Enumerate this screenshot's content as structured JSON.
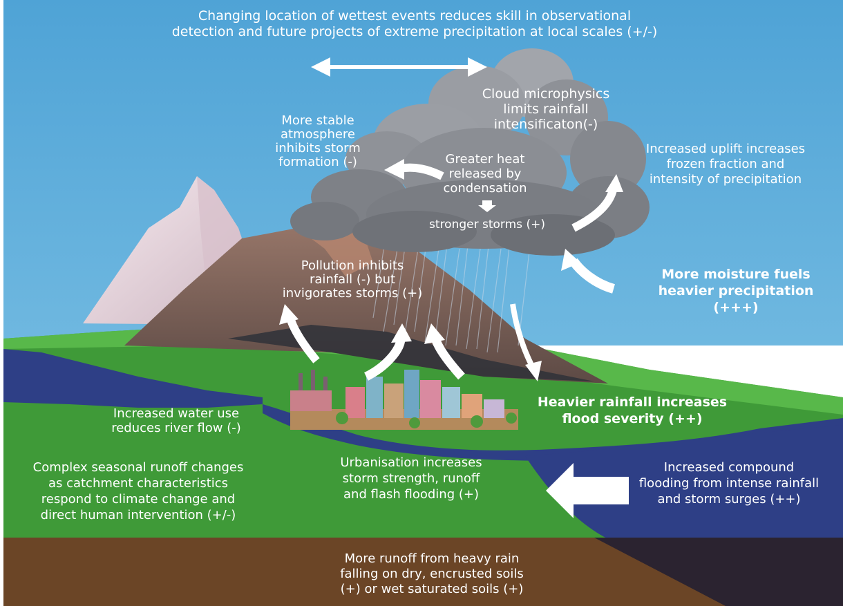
{
  "labels": {
    "top_banner": "Changing location of wettest events reduces skill in observational\ndetection and future projects of extreme precipitation at local scales (+/-)",
    "cloud_microphysics": "Cloud microphysics\nlimits rainfall\nintensificaton(-)",
    "stable_atmosphere": "More stable\natmosphere\ninhibits storm\nformation (-)",
    "greater_heat": "Greater heat\nreleased by\ncondensation",
    "stronger_storms": "stronger storms (+)",
    "increased_uplift": "Increased uplift increases\nfrozen fraction and\nintensity of precipitation",
    "more_moisture": "More moisture fuels\nheavier precipitation\n(+++)",
    "pollution": "Pollution inhibits\nrainfall (-) but\ninvigorates storms (+)",
    "heavier_rainfall": "Heavier rainfall increases\nflood severity (++)",
    "water_use": "Increased water use\nreduces river flow (-)",
    "seasonal_runoff": "Complex seasonal runoff changes\nas catchment characteristics\nrespond to climate change and\ndirect human intervention (+/-)",
    "urbanisation": "Urbanisation increases\nstorm strength, runoff\nand flash flooding (+)",
    "compound_flooding": "Increased compound\nflooding from intense rainfall\nand storm surges (++)",
    "soil_runoff": "More runoff from heavy rain\nfalling on dry, encrusted soils\n(+) or wet saturated soils (+)"
  },
  "colors": {
    "sky": "#5aa9d6",
    "cloud": "#8a8d93",
    "ground_green": "#3f9a38",
    "water_blue": "#2e3f86",
    "soil_brown": "#6b4526",
    "soil_dark": "#2b2330",
    "mountain_snow": "#efdde4",
    "mountain_brown": "#8a6e63",
    "arrow": "#ffffff",
    "moisture_text": "#ffffff"
  }
}
